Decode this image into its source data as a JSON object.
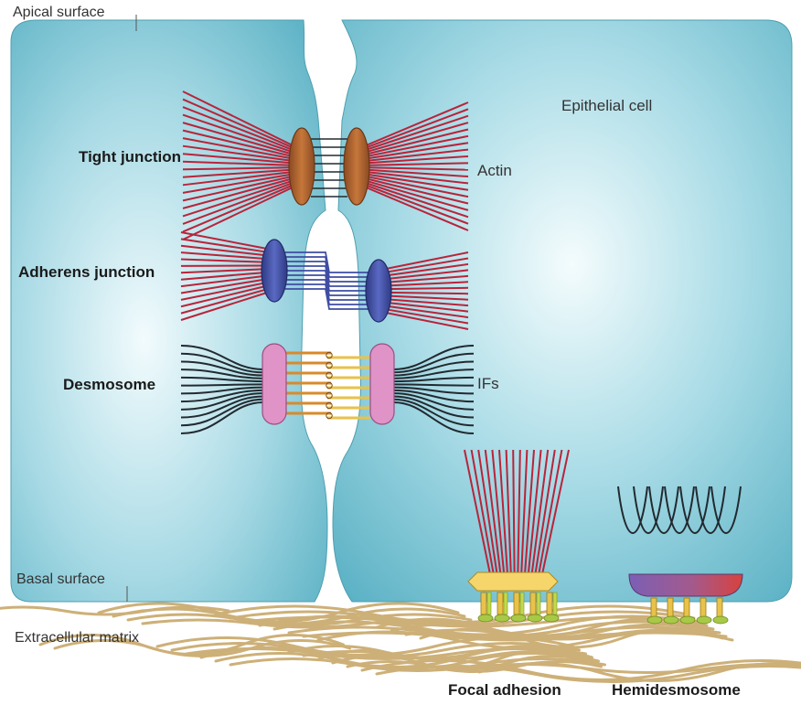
{
  "labels": {
    "apical_surface": "Apical surface",
    "basal_surface": "Basal surface",
    "extracellular_matrix": "Extracellular matrix",
    "epithelial_cell": "Epithelial cell",
    "tight_junction": "Tight junction",
    "adherens_junction": "Adherens junction",
    "desmosome": "Desmosome",
    "actin": "Actin",
    "ifs": "IFs",
    "focal_adhesion": "Focal adhesion",
    "hemidesmosome": "Hemidesmosome"
  },
  "colors": {
    "cell_fill": "#5db4c6",
    "cell_highlight": "#eaf7fa",
    "actin": "#b8243a",
    "intermediate_filament": "#222a30",
    "tight_junction_protein": "#b3622e",
    "adherens_protein": "#3f4da3",
    "desmosome_plaque": "#de8fc4",
    "desmosome_linker": "#d98a2a",
    "integrin": "#e8c24a",
    "ecm_fiber": "#cdb078"
  },
  "icons": [
    "tight-junction-icon",
    "adherens-junction-icon",
    "desmosome-icon",
    "focal-adhesion-icon",
    "hemidesmosome-icon",
    "extracellular-matrix-icon"
  ]
}
